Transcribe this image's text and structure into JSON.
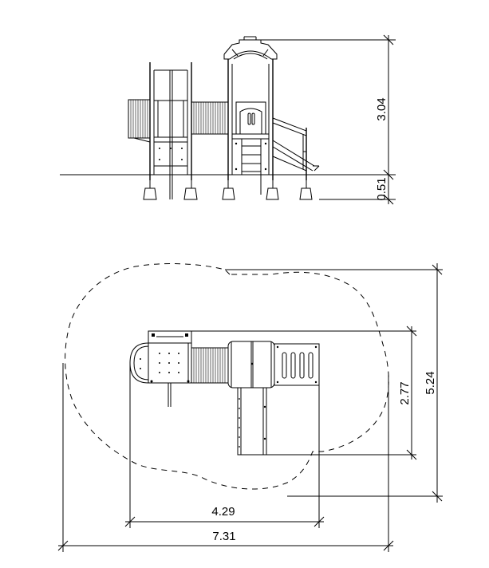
{
  "dimensions": {
    "elevation_height": "3.04",
    "elevation_footing": "0.51",
    "plan_depth": "2.77",
    "plan_total_depth": "5.24",
    "plan_width": "4.29",
    "plan_total_width": "7.31"
  },
  "colors": {
    "line": "#000000",
    "background": "#ffffff"
  }
}
